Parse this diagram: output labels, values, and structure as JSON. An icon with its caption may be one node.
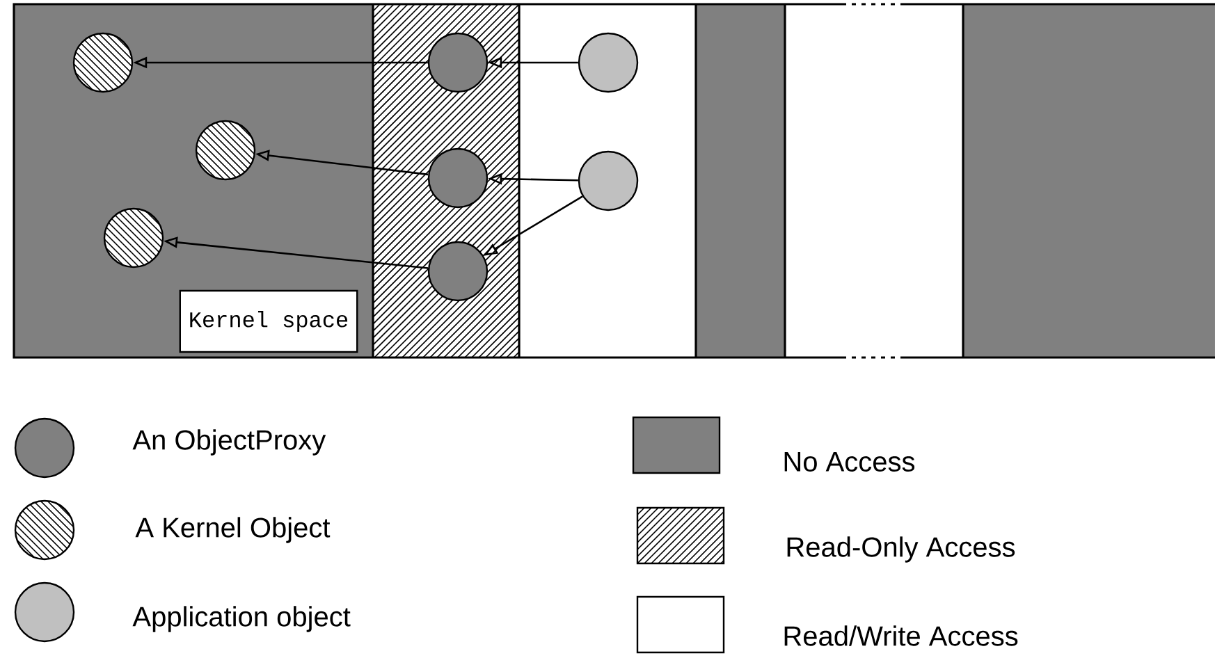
{
  "diagram": {
    "nodes": [
      {
        "text": [
          "Kernel space"
        ]
      },
      {
        "text": [],
        "shape": "circle"
      },
      {
        "text": [],
        "shape": "circle"
      },
      {
        "text": [],
        "shape": "circle"
      },
      {
        "text": [],
        "shape": "circle"
      },
      {
        "text": [],
        "shape": "circle"
      },
      {
        "text": [],
        "shape": "circle"
      },
      {
        "text": [],
        "shape": "circle"
      },
      {
        "text": [],
        "shape": "circle"
      }
    ],
    "edges": [
      {
        "from": 4,
        "to": 1,
        "arrow": "to"
      },
      {
        "from": 5,
        "to": 2,
        "arrow": "to"
      },
      {
        "from": 6,
        "to": 3,
        "arrow": "to"
      },
      {
        "from": 7,
        "to": 4,
        "arrow": "to"
      },
      {
        "from": 8,
        "to": 5,
        "arrow": "to"
      },
      {
        "from": 8,
        "to": 6,
        "arrow": "to"
      }
    ],
    "legend": [
      {
        "text": "An ObjectProxy",
        "color": "#808080"
      },
      {
        "text": "A Kernel Object"
      },
      {
        "text": "Application object",
        "color": "#c0c0c0"
      },
      {
        "text": "No Access",
        "color": "#808080"
      },
      {
        "text": "Read-Only Access"
      },
      {
        "text": "Read/Write Access"
      }
    ]
  }
}
